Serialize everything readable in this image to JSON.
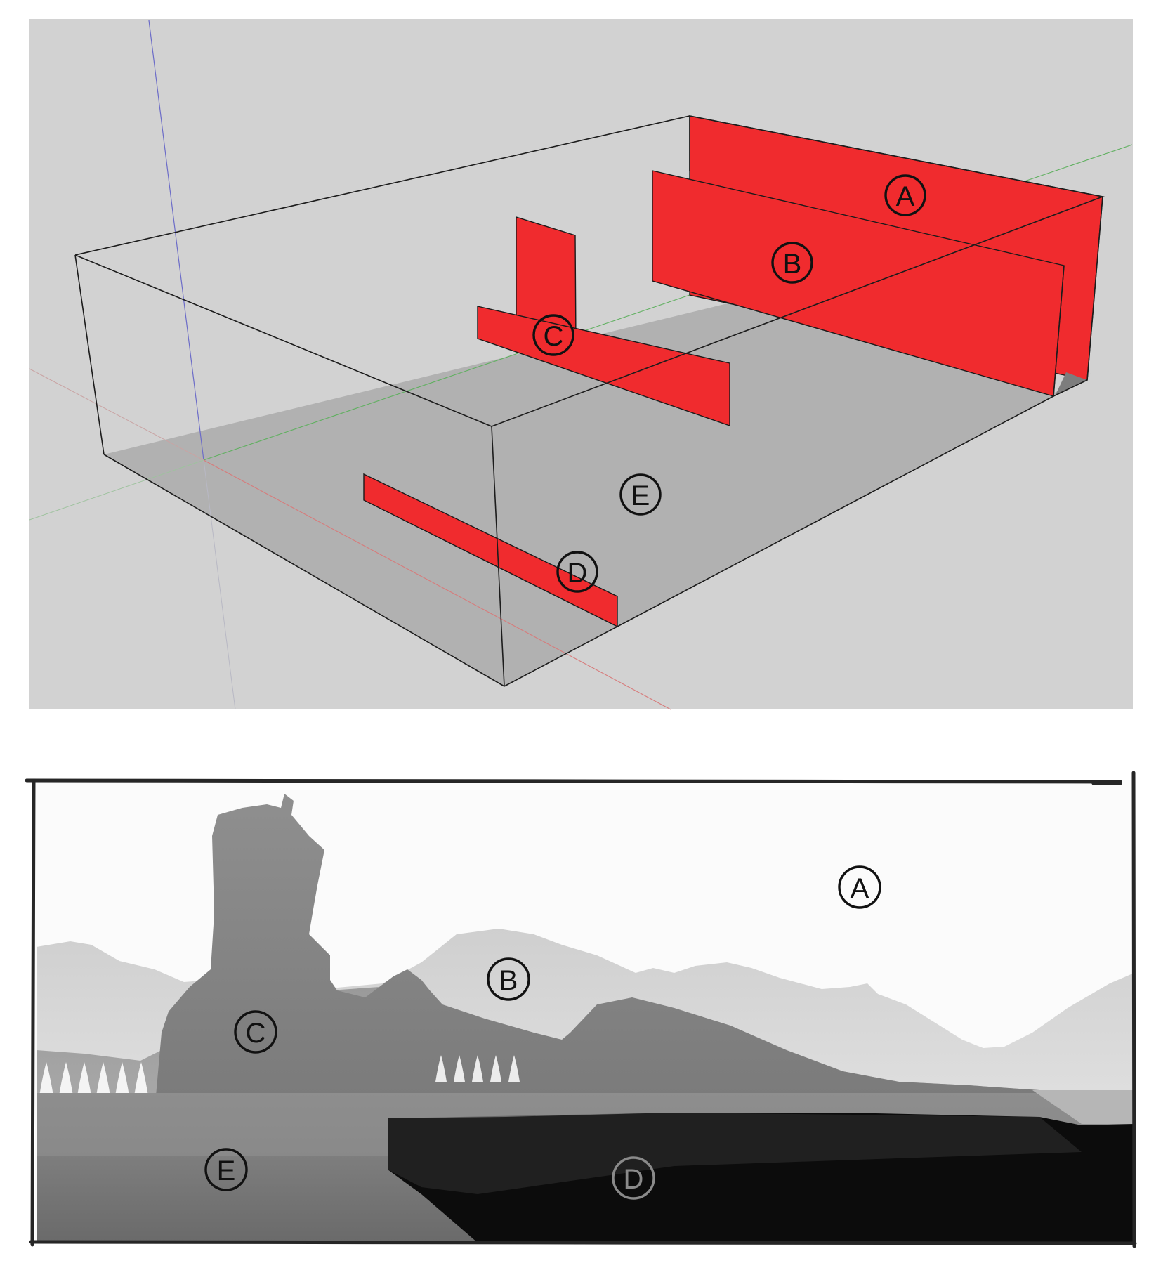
{
  "top_panel": {
    "labels": [
      {
        "id": "A",
        "text": "A"
      },
      {
        "id": "B",
        "text": "B"
      },
      {
        "id": "C",
        "text": "C"
      },
      {
        "id": "D",
        "text": "D"
      },
      {
        "id": "E",
        "text": "E"
      }
    ],
    "colors": {
      "background": "#d2d2d2",
      "planes": "#f02b2e",
      "floor": "#b3b3b3",
      "axis_red": "#d77b7b",
      "axis_green": "#60b060",
      "axis_blue": "#6c6cc8"
    }
  },
  "bottom_panel": {
    "labels": [
      {
        "id": "A",
        "text": "A"
      },
      {
        "id": "B",
        "text": "B"
      },
      {
        "id": "C",
        "text": "C"
      },
      {
        "id": "D",
        "text": "D"
      },
      {
        "id": "E",
        "text": "E"
      }
    ],
    "colors": {
      "sky": "#fbfbfb",
      "layer_far": "#d8d8d8",
      "layer_mid": "#a9a9a9",
      "layer_near": "#7e7e7e",
      "layer_foreground": "#0c0c0c"
    }
  }
}
